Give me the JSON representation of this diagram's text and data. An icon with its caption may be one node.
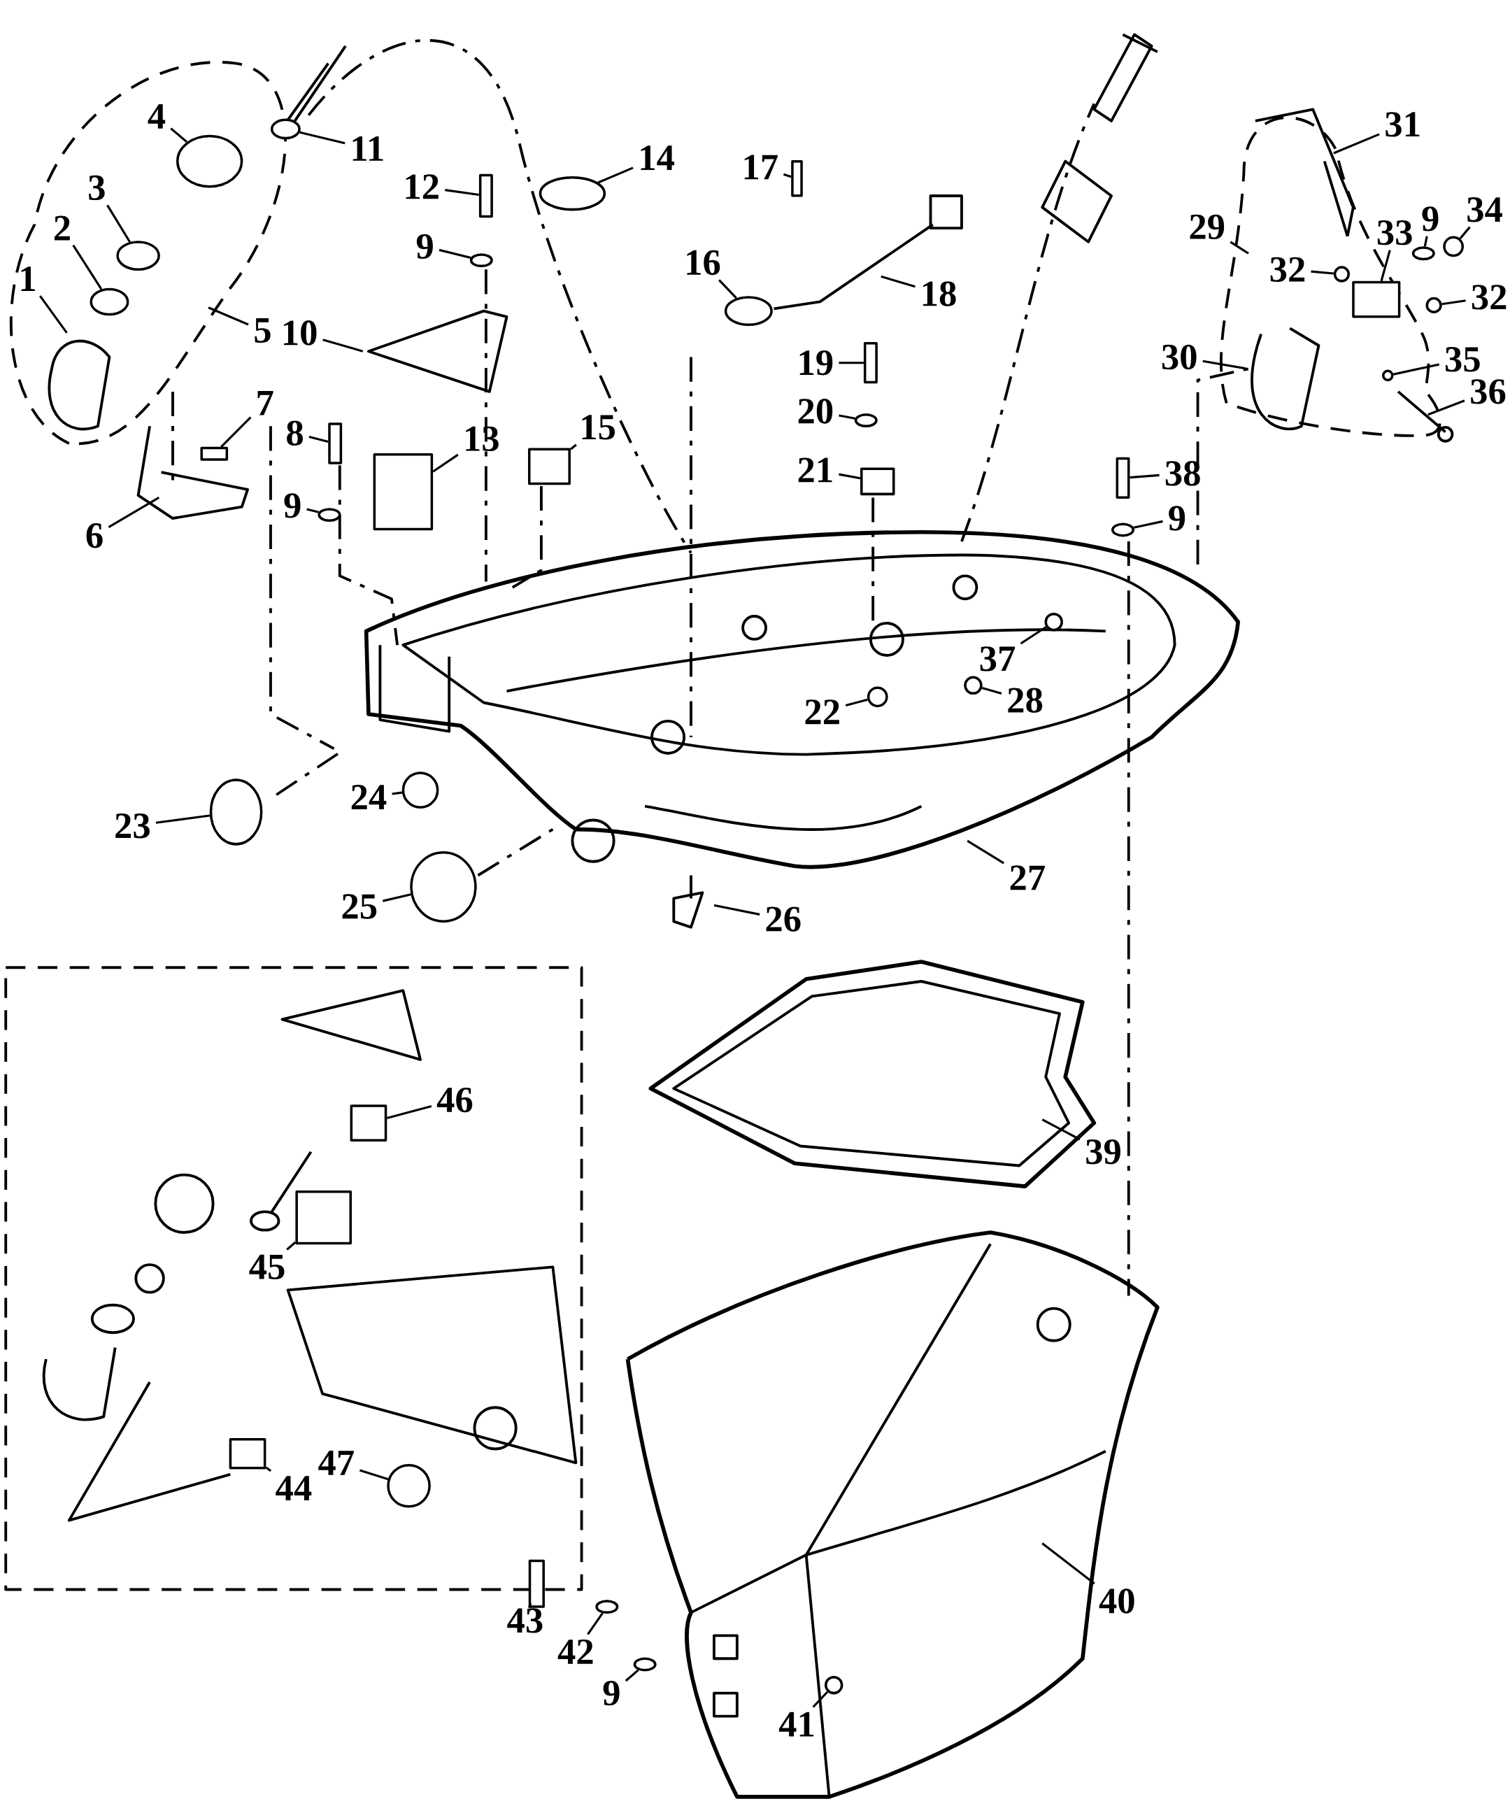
{
  "diagram": {
    "nodes": [
      {
        "text": [
          "1"
        ]
      },
      {
        "text": [
          "2"
        ]
      },
      {
        "text": [
          "3"
        ]
      },
      {
        "text": [
          "4"
        ]
      },
      {
        "text": [
          "5"
        ]
      },
      {
        "text": [
          "6"
        ]
      },
      {
        "text": [
          "7"
        ]
      },
      {
        "text": [
          "8"
        ]
      },
      {
        "text": [
          "9"
        ]
      },
      {
        "text": [
          "10"
        ]
      },
      {
        "text": [
          "11"
        ]
      },
      {
        "text": [
          "12"
        ]
      },
      {
        "text": [
          "9"
        ]
      },
      {
        "text": [
          "13"
        ]
      },
      {
        "text": [
          "14"
        ]
      },
      {
        "text": [
          "15"
        ]
      },
      {
        "text": [
          "16"
        ]
      },
      {
        "text": [
          "17"
        ]
      },
      {
        "text": [
          "18"
        ]
      },
      {
        "text": [
          "19"
        ]
      },
      {
        "text": [
          "20"
        ]
      },
      {
        "text": [
          "21"
        ]
      },
      {
        "text": [
          "22"
        ]
      },
      {
        "text": [
          "23"
        ]
      },
      {
        "text": [
          "24"
        ]
      },
      {
        "text": [
          "25"
        ]
      },
      {
        "text": [
          "26"
        ]
      },
      {
        "text": [
          "27"
        ]
      },
      {
        "text": [
          "28"
        ]
      },
      {
        "text": [
          "29"
        ]
      },
      {
        "text": [
          "30"
        ]
      },
      {
        "text": [
          "31"
        ]
      },
      {
        "text": [
          "32"
        ]
      },
      {
        "text": [
          "32"
        ]
      },
      {
        "text": [
          "33"
        ]
      },
      {
        "text": [
          "9"
        ]
      },
      {
        "text": [
          "34"
        ]
      },
      {
        "text": [
          "35"
        ]
      },
      {
        "text": [
          "36"
        ]
      },
      {
        "text": [
          "37"
        ]
      },
      {
        "text": [
          "38"
        ]
      },
      {
        "text": [
          "9"
        ]
      },
      {
        "text": [
          "39"
        ]
      },
      {
        "text": [
          "40"
        ]
      },
      {
        "text": [
          "41"
        ]
      },
      {
        "text": [
          "42"
        ]
      },
      {
        "text": [
          "43"
        ]
      },
      {
        "text": [
          "9"
        ]
      },
      {
        "text": [
          "44"
        ]
      },
      {
        "text": [
          "45"
        ]
      },
      {
        "text": [
          "46"
        ]
      },
      {
        "text": [
          "47"
        ]
      },
      {
        "text": [],
        "shape": "ellipse"
      },
      {
        "text": [],
        "shape": "ellipse"
      },
      {
        "text": [],
        "shape": "ellipse"
      },
      {
        "text": [],
        "shape": "box"
      },
      {
        "text": [],
        "shape": "box"
      },
      {
        "text": [],
        "shape": "ellipse"
      },
      {
        "text": [],
        "shape": "ellipse"
      },
      {
        "text": [],
        "shape": "box"
      },
      {
        "text": [],
        "shape": "ellipse"
      },
      {
        "text": [],
        "shape": "box"
      },
      {
        "text": [],
        "shape": "ellipse"
      },
      {
        "text": [],
        "shape": "box"
      },
      {
        "text": [],
        "shape": "ellipse"
      },
      {
        "text": [],
        "shape": "box"
      },
      {
        "text": [],
        "shape": "box"
      },
      {
        "text": [],
        "shape": "ellipse"
      },
      {
        "text": [],
        "shape": "box"
      },
      {
        "text": [],
        "shape": "circle"
      },
      {
        "text": [],
        "shape": "ellipse"
      },
      {
        "text": [],
        "shape": "circle"
      },
      {
        "text": [],
        "shape": "ellipse"
      },
      {
        "text": [],
        "shape": "circle"
      },
      {
        "text": [],
        "shape": "circle"
      },
      {
        "text": [],
        "shape": "circle"
      },
      {
        "text": [],
        "shape": "box"
      },
      {
        "text": [],
        "shape": "ellipse"
      },
      {
        "text": [],
        "shape": "circle"
      },
      {
        "text": [],
        "shape": "circle"
      },
      {
        "text": [],
        "shape": "circle"
      },
      {
        "text": [],
        "shape": "box"
      },
      {
        "text": [],
        "shape": "ellipse"
      },
      {
        "text": [],
        "shape": "circle"
      },
      {
        "text": [],
        "shape": "ellipse"
      },
      {
        "text": [],
        "shape": "box"
      },
      {
        "text": [],
        "shape": "ellipse"
      },
      {
        "text": [],
        "shape": "box"
      },
      {
        "text": [],
        "shape": "box"
      },
      {
        "text": [],
        "shape": "box"
      },
      {
        "text": [],
        "shape": "circle"
      }
    ],
    "edges": [
      {
        "from": 0,
        "to": null,
        "arrow": "none"
      },
      {
        "from": 1,
        "to": 52,
        "arrow": "none"
      },
      {
        "from": 2,
        "to": 53,
        "arrow": "none"
      },
      {
        "from": 3,
        "to": 54,
        "arrow": "none"
      },
      {
        "from": 4,
        "to": null,
        "arrow": "none"
      },
      {
        "from": 5,
        "to": null,
        "arrow": "none"
      },
      {
        "from": 6,
        "to": 55,
        "arrow": "none"
      },
      {
        "from": 7,
        "to": 56,
        "arrow": "none"
      },
      {
        "from": 8,
        "to": 57,
        "arrow": "none"
      },
      {
        "from": 9,
        "to": null,
        "arrow": "none"
      },
      {
        "from": 10,
        "to": 58,
        "arrow": "none"
      },
      {
        "from": 11,
        "to": 59,
        "arrow": "none"
      },
      {
        "from": 12,
        "to": 60,
        "arrow": "none"
      },
      {
        "from": 13,
        "to": 61,
        "arrow": "none"
      },
      {
        "from": 14,
        "to": 62,
        "arrow": "none"
      },
      {
        "from": 15,
        "to": 63,
        "arrow": "none"
      },
      {
        "from": 16,
        "to": 64,
        "arrow": "none"
      },
      {
        "from": 17,
        "to": 65,
        "arrow": "none"
      },
      {
        "from": 18,
        "to": null,
        "arrow": "none"
      },
      {
        "from": 19,
        "to": 66,
        "arrow": "none"
      },
      {
        "from": 20,
        "to": 67,
        "arrow": "none"
      },
      {
        "from": 21,
        "to": 68,
        "arrow": "none"
      },
      {
        "from": 22,
        "to": 69,
        "arrow": "none"
      },
      {
        "from": 23,
        "to": 70,
        "arrow": "none"
      },
      {
        "from": 24,
        "to": 71,
        "arrow": "none"
      },
      {
        "from": 25,
        "to": 72,
        "arrow": "none"
      },
      {
        "from": 26,
        "to": null,
        "arrow": "none"
      },
      {
        "from": 27,
        "to": null,
        "arrow": "none"
      },
      {
        "from": 28,
        "to": 73,
        "arrow": "none"
      },
      {
        "from": 29,
        "to": null,
        "arrow": "none"
      },
      {
        "from": 30,
        "to": null,
        "arrow": "none"
      },
      {
        "from": 31,
        "to": null,
        "arrow": "none"
      },
      {
        "from": 32,
        "to": 74,
        "arrow": "none"
      },
      {
        "from": 33,
        "to": 75,
        "arrow": "none"
      },
      {
        "from": 34,
        "to": 76,
        "arrow": "none"
      },
      {
        "from": 35,
        "to": 77,
        "arrow": "none"
      },
      {
        "from": 36,
        "to": 78,
        "arrow": "none"
      },
      {
        "from": 37,
        "to": 79,
        "arrow": "none"
      },
      {
        "from": 38,
        "to": null,
        "arrow": "none"
      },
      {
        "from": 39,
        "to": 80,
        "arrow": "none"
      },
      {
        "from": 40,
        "to": 81,
        "arrow": "none"
      },
      {
        "from": 41,
        "to": 82,
        "arrow": "none"
      },
      {
        "from": 42,
        "to": null,
        "arrow": "none"
      },
      {
        "from": 43,
        "to": null,
        "arrow": "none"
      },
      {
        "from": 44,
        "to": 83,
        "arrow": "none"
      },
      {
        "from": 45,
        "to": 84,
        "arrow": "none"
      },
      {
        "from": 46,
        "to": 85,
        "arrow": "none"
      },
      {
        "from": 47,
        "to": 86,
        "arrow": "none"
      },
      {
        "from": 48,
        "to": 87,
        "arrow": "none"
      },
      {
        "from": 49,
        "to": 88,
        "arrow": "none"
      },
      {
        "from": 50,
        "to": 89,
        "arrow": "none"
      },
      {
        "from": 51,
        "to": 90,
        "arrow": "none"
      }
    ]
  }
}
